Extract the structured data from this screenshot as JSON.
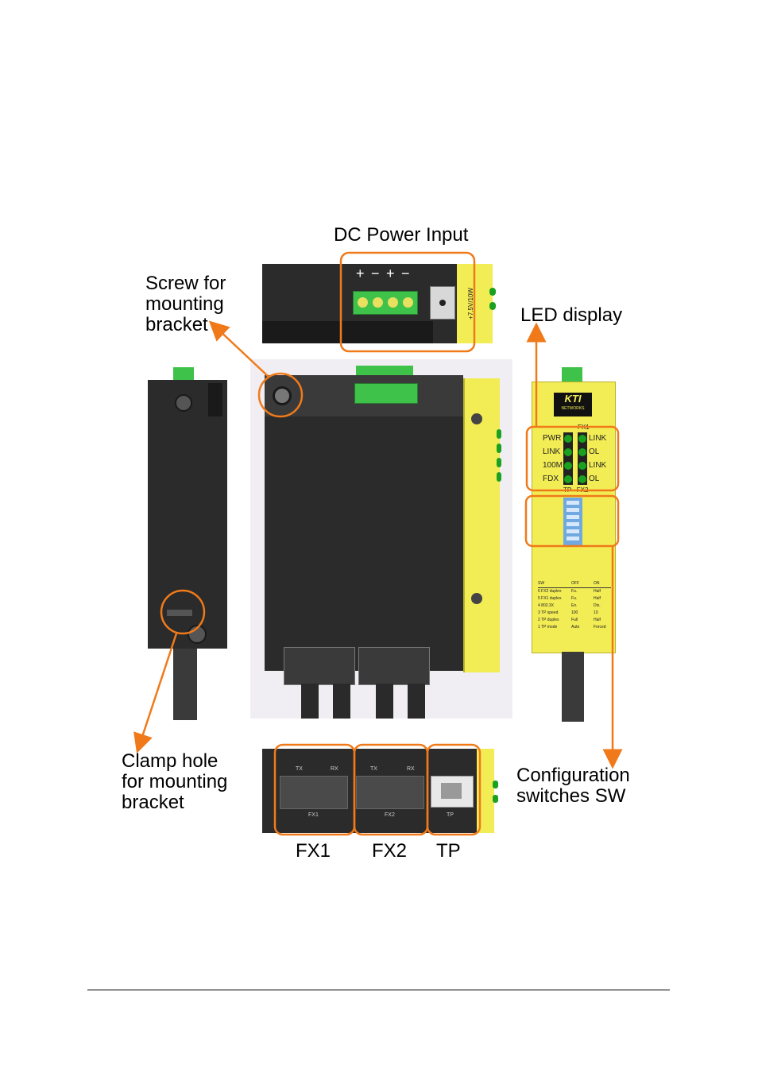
{
  "callouts": {
    "dc_power": "DC Power Input",
    "screw": "Screw for\nmounting\nbracket",
    "led": "LED display",
    "clamp": "Clamp hole\nfor mounting\nbracket",
    "config": "Configuration\nswitches SW",
    "fx1": "FX1",
    "fx2": "FX2",
    "tp": "TP"
  },
  "top_panel": {
    "terminal_signs": [
      "+",
      "−",
      "+",
      "−"
    ],
    "voltage": "+7.5V/10W"
  },
  "front_panel": {
    "fx1_tx": "TX",
    "fx1_rx": "RX",
    "fx1_label": "FX1",
    "fx2_tx": "TX",
    "fx2_rx": "RX",
    "fx2_label": "FX2",
    "tp_label": "TP"
  },
  "side_panel": {
    "logo_top": "KTI",
    "logo_bottom": "NETWORKS",
    "col_header_top": "FX1",
    "led_left_labels": [
      "PWR",
      "LINK",
      "100M",
      "FDX"
    ],
    "led_right_labels": [
      "LINK",
      "OL",
      "LINK",
      "OL"
    ],
    "col_footer": "TP   FX2",
    "sw_table_header": [
      "SW",
      "OFF",
      "ON"
    ],
    "sw_rows": [
      [
        "6 FX2 duplex",
        "Fu.",
        "Half"
      ],
      [
        "5 FX1 duplex",
        "Fu.",
        "Half"
      ],
      [
        "4 802.3X",
        "En.",
        "Dis."
      ],
      [
        "3 TP speed",
        "100",
        "10"
      ],
      [
        "2 TP duplex",
        "Full",
        "Half"
      ],
      [
        "1 TP mode",
        "Auto",
        "Forced"
      ]
    ]
  },
  "colors": {
    "callout_orange": "#f07a1a",
    "housing_dark": "#2b2b2b",
    "panel_yellow": "#f2ec55",
    "terminal_green": "#3fc24a",
    "led_green": "#1aa11f",
    "dip_blue": "#6fa9e0"
  }
}
